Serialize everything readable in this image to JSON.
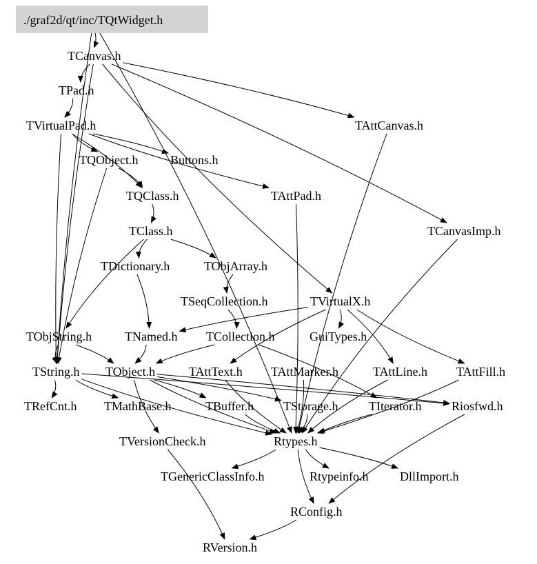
{
  "diagram": {
    "root": "./graf2d/qt/inc/TQtWidget.h",
    "root_fill": "#d3d3d3",
    "nodes": {
      "tqtwidget": "./graf2d/qt/inc/TQtWidget.h",
      "tcanvas": "TCanvas.h",
      "tpad": "TPad.h",
      "tvirtualpad": "TVirtualPad.h",
      "tattcanvas": "TAttCanvas.h",
      "tqobject": "TQObject.h",
      "buttons": "Buttons.h",
      "tqclass": "TQClass.h",
      "tattpad": "TAttPad.h",
      "tcanvasimp": "TCanvasImp.h",
      "tclass": "TClass.h",
      "tdictionary": "TDictionary.h",
      "tobjarray": "TObjArray.h",
      "tseqcollection": "TSeqCollection.h",
      "tvirtualx": "TVirtualX.h",
      "tobjstring": "TObjString.h",
      "tnamed": "TNamed.h",
      "tcollection": "TCollection.h",
      "guitypes": "GuiTypes.h",
      "tstring": "TString.h",
      "tobject": "TObject.h",
      "tatttext": "TAttText.h",
      "tattmarker": "TAttMarker.h",
      "tattline": "TAttLine.h",
      "tattfill": "TAttFill.h",
      "trefcnt": "TRefCnt.h",
      "tmathbase": "TMathBase.h",
      "tbuffer": "TBuffer.h",
      "tstorage": "TStorage.h",
      "titerator": "TIterator.h",
      "riosfwd": "Riosfwd.h",
      "tversioncheck": "TVersionCheck.h",
      "rtypes": "Rtypes.h",
      "tgenericclassinfo": "TGenericClassInfo.h",
      "rtypeinfo": "Rtypeinfo.h",
      "dllimport": "DllImport.h",
      "rconfig": "RConfig.h",
      "rversion": "RVersion.h"
    },
    "edges": [
      [
        "tqtwidget",
        "tcanvas"
      ],
      [
        "tqtwidget",
        "tstring"
      ],
      [
        "tqtwidget",
        "rtypes"
      ],
      [
        "tcanvas",
        "tpad"
      ],
      [
        "tcanvas",
        "tattcanvas"
      ],
      [
        "tcanvas",
        "tvirtualx"
      ],
      [
        "tcanvas",
        "tcanvasimp"
      ],
      [
        "tcanvas",
        "tstring"
      ],
      [
        "tpad",
        "tvirtualpad"
      ],
      [
        "tvirtualpad",
        "tqobject"
      ],
      [
        "tvirtualpad",
        "buttons"
      ],
      [
        "tvirtualpad",
        "tattpad"
      ],
      [
        "tvirtualpad",
        "tqclass"
      ],
      [
        "tvirtualpad",
        "tstring"
      ],
      [
        "tqobject",
        "tqclass"
      ],
      [
        "tqobject",
        "tstring"
      ],
      [
        "tqclass",
        "tclass"
      ],
      [
        "tclass",
        "tdictionary"
      ],
      [
        "tclass",
        "tobjarray"
      ],
      [
        "tclass",
        "tobjstring"
      ],
      [
        "tdictionary",
        "tnamed"
      ],
      [
        "tobjarray",
        "tseqcollection"
      ],
      [
        "tseqcollection",
        "tcollection"
      ],
      [
        "tvirtualx",
        "tnamed"
      ],
      [
        "tvirtualx",
        "guitypes"
      ],
      [
        "tvirtualx",
        "tatttext"
      ],
      [
        "tvirtualx",
        "tattline"
      ],
      [
        "tvirtualx",
        "tattfill"
      ],
      [
        "tobjstring",
        "tobject"
      ],
      [
        "tobjstring",
        "tstring"
      ],
      [
        "tnamed",
        "tobject"
      ],
      [
        "tcollection",
        "tobject"
      ],
      [
        "tcollection",
        "titerator"
      ],
      [
        "tattcanvas",
        "rtypes"
      ],
      [
        "tattpad",
        "rtypes"
      ],
      [
        "tcanvasimp",
        "rtypes"
      ],
      [
        "tstring",
        "trefcnt"
      ],
      [
        "tstring",
        "tmathbase"
      ],
      [
        "tstring",
        "riosfwd"
      ],
      [
        "tstring",
        "rtypes"
      ],
      [
        "tobject",
        "tstorage"
      ],
      [
        "tobject",
        "tversioncheck"
      ],
      [
        "tobject",
        "riosfwd"
      ],
      [
        "tobject",
        "rtypes"
      ],
      [
        "tobject",
        "tbuffer"
      ],
      [
        "tatttext",
        "rtypes"
      ],
      [
        "tattmarker",
        "rtypes"
      ],
      [
        "tattline",
        "rtypes"
      ],
      [
        "tattfill",
        "rtypes"
      ],
      [
        "titerator",
        "rtypes"
      ],
      [
        "tstorage",
        "rtypes"
      ],
      [
        "tbuffer",
        "rtypes"
      ],
      [
        "tversioncheck",
        "rversion"
      ],
      [
        "riosfwd",
        "rconfig"
      ],
      [
        "rtypes",
        "tgenericclassinfo"
      ],
      [
        "rtypes",
        "rtypeinfo"
      ],
      [
        "rtypes",
        "dllimport"
      ],
      [
        "rtypes",
        "rconfig"
      ],
      [
        "rconfig",
        "rversion"
      ]
    ]
  }
}
